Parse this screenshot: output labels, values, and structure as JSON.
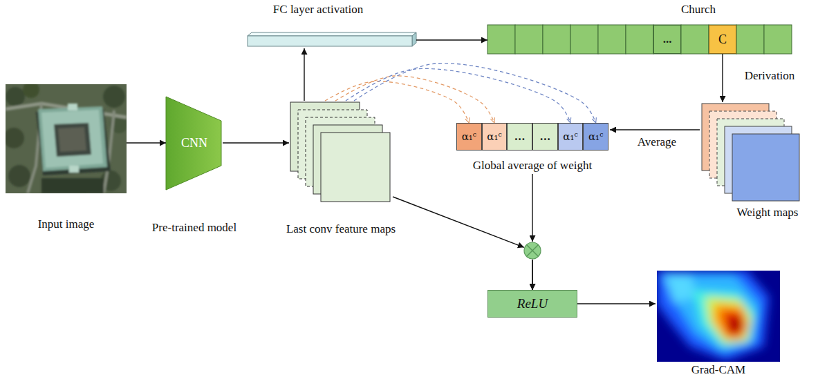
{
  "diagram": {
    "nodes": [
      {
        "text": [
          "Input image"
        ]
      },
      {
        "text": [
          "CNN",
          "Pre-trained model"
        ]
      },
      {
        "text": [
          "Last conv feature maps"
        ]
      },
      {
        "text": [
          "FC layer activation"
        ]
      },
      {
        "text": [
          "Church"
        ]
      },
      {
        "text": [
          "..."
        ],
        "in": 4
      },
      {
        "text": [
          "C"
        ],
        "in": 4
      },
      {
        "text": [
          "Weight maps"
        ]
      },
      {
        "text": [
          "Global average of weight"
        ]
      },
      {
        "text": [
          "α₁ᶜ"
        ],
        "in": 8
      },
      {
        "text": [
          "α₁ᶜ"
        ],
        "in": 8
      },
      {
        "text": [
          "..."
        ],
        "in": 8
      },
      {
        "text": [
          "..."
        ],
        "in": 8
      },
      {
        "text": [
          "α₁ᶜ"
        ],
        "in": 8
      },
      {
        "text": [
          "α₁ᶜ"
        ],
        "in": 8
      },
      {
        "text": [
          "ReLU"
        ]
      },
      {
        "text": [
          "Grad-CAM"
        ]
      }
    ],
    "edges": [
      {
        "from": 0,
        "to": 1,
        "arrow": "to"
      },
      {
        "from": 1,
        "to": 2,
        "arrow": "to"
      },
      {
        "from": 2,
        "to": 3,
        "arrow": "to"
      },
      {
        "from": 3,
        "to": 4,
        "arrow": "to"
      },
      {
        "from": 4,
        "to": 7,
        "label": "Derivation",
        "arrow": "to"
      },
      {
        "from": 7,
        "to": 8,
        "label": "Average",
        "arrow": "to"
      },
      {
        "from": 2,
        "to": 9,
        "arrow": "to"
      },
      {
        "from": 2,
        "to": 10,
        "arrow": "to"
      },
      {
        "from": 2,
        "to": 13,
        "arrow": "to"
      },
      {
        "from": 2,
        "to": 14,
        "arrow": "to"
      },
      {
        "from": 2,
        "to": 15,
        "arrow": "to"
      },
      {
        "from": 8,
        "to": 15,
        "arrow": "to"
      },
      {
        "from": 15,
        "to": 16,
        "arrow": "to"
      }
    ]
  }
}
